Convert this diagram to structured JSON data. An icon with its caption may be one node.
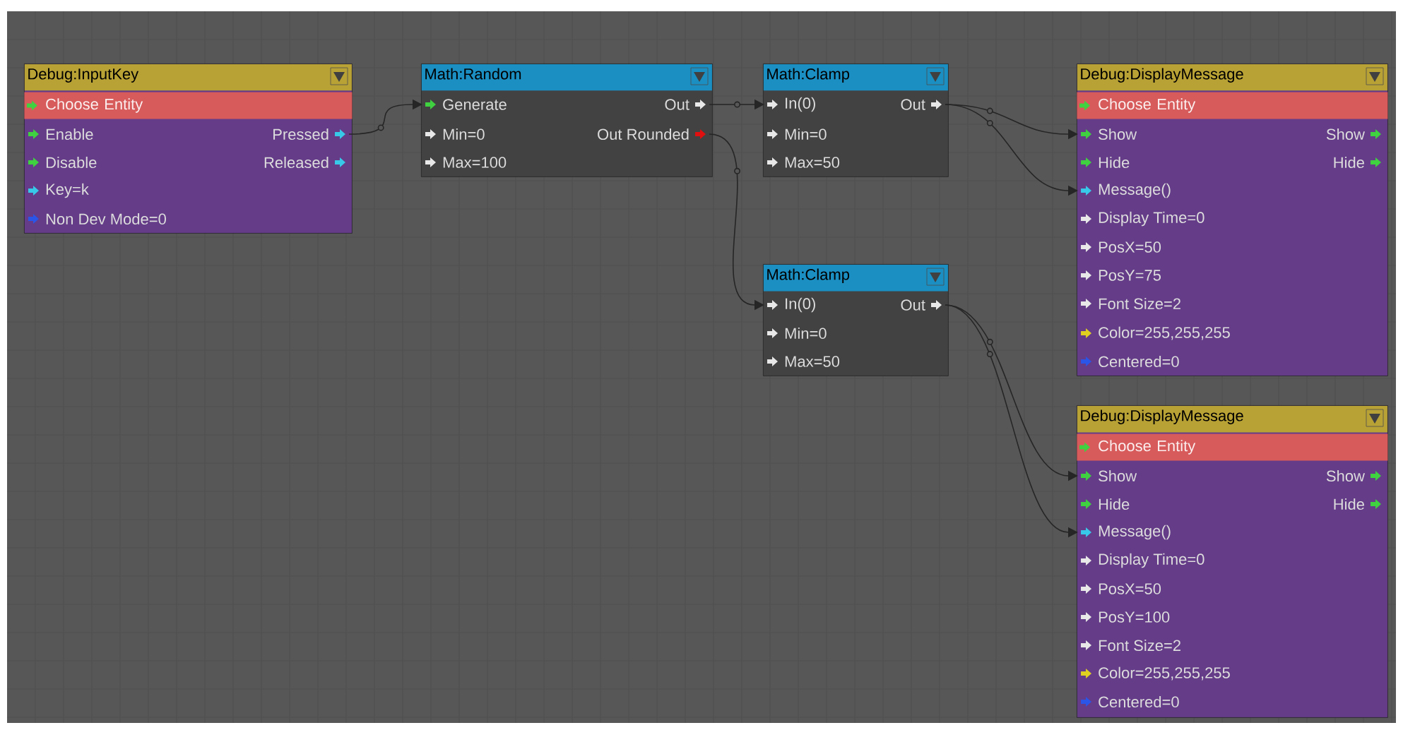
{
  "diagram": {
    "nodes": [
      {
        "text": [
          "Debug:InputKey"
        ]
      },
      {
        "text": [
          "Choose Entity"
        ],
        "in": 0
      },
      {
        "text": [
          "Enable"
        ],
        "in": 0
      },
      {
        "text": [
          "Pressed"
        ],
        "in": 0
      },
      {
        "text": [
          "Disable"
        ],
        "in": 0
      },
      {
        "text": [
          "Released"
        ],
        "in": 0
      },
      {
        "text": [
          "Key=k"
        ],
        "in": 0
      },
      {
        "text": [
          "Non Dev Mode=0"
        ],
        "in": 0
      },
      {
        "text": [
          "Math:Random"
        ]
      },
      {
        "text": [
          "Generate"
        ],
        "in": 8
      },
      {
        "text": [
          "Out"
        ],
        "in": 8
      },
      {
        "text": [
          "Min=0"
        ],
        "in": 8
      },
      {
        "text": [
          "Out Rounded"
        ],
        "in": 8
      },
      {
        "text": [
          "Max=100"
        ],
        "in": 8
      },
      {
        "text": [
          "Math:Clamp"
        ]
      },
      {
        "text": [
          "In(0)"
        ],
        "in": 14
      },
      {
        "text": [
          "Out"
        ],
        "in": 14
      },
      {
        "text": [
          "Min=0"
        ],
        "in": 14
      },
      {
        "text": [
          "Max=50"
        ],
        "in": 14
      },
      {
        "text": [
          "Math:Clamp"
        ]
      },
      {
        "text": [
          "In(0)"
        ],
        "in": 19
      },
      {
        "text": [
          "Out"
        ],
        "in": 19
      },
      {
        "text": [
          "Min=0"
        ],
        "in": 19
      },
      {
        "text": [
          "Max=50"
        ],
        "in": 19
      },
      {
        "text": [
          "Debug:DisplayMessage"
        ]
      },
      {
        "text": [
          "Choose Entity"
        ],
        "in": 24
      },
      {
        "text": [
          "Show"
        ],
        "in": 24
      },
      {
        "text": [
          "Show"
        ],
        "in": 24
      },
      {
        "text": [
          "Hide"
        ],
        "in": 24
      },
      {
        "text": [
          "Hide"
        ],
        "in": 24
      },
      {
        "text": [
          "Message()"
        ],
        "in": 24
      },
      {
        "text": [
          "Display Time=0"
        ],
        "in": 24
      },
      {
        "text": [
          "PosX=50"
        ],
        "in": 24
      },
      {
        "text": [
          "PosY=75"
        ],
        "in": 24
      },
      {
        "text": [
          "Font Size=2"
        ],
        "in": 24
      },
      {
        "text": [
          "Color=255,255,255"
        ],
        "in": 24
      },
      {
        "text": [
          "Centered=0"
        ],
        "in": 24
      },
      {
        "text": [
          "Debug:DisplayMessage"
        ]
      },
      {
        "text": [
          "Choose Entity"
        ],
        "in": 37
      },
      {
        "text": [
          "Show"
        ],
        "in": 37
      },
      {
        "text": [
          "Show"
        ],
        "in": 37
      },
      {
        "text": [
          "Hide"
        ],
        "in": 37
      },
      {
        "text": [
          "Hide"
        ],
        "in": 37
      },
      {
        "text": [
          "Message()"
        ],
        "in": 37
      },
      {
        "text": [
          "Display Time=0"
        ],
        "in": 37
      },
      {
        "text": [
          "PosX=50"
        ],
        "in": 37
      },
      {
        "text": [
          "PosY=100"
        ],
        "in": 37
      },
      {
        "text": [
          "Font Size=2"
        ],
        "in": 37
      },
      {
        "text": [
          "Color=255,255,255"
        ],
        "in": 37
      },
      {
        "text": [
          "Centered=0"
        ],
        "in": 37
      }
    ],
    "edges": [
      {
        "from": 3,
        "to": 9,
        "arrow": "to"
      },
      {
        "from": 10,
        "to": 15,
        "arrow": "to"
      },
      {
        "from": 12,
        "to": 20,
        "arrow": "to"
      },
      {
        "from": 16,
        "to": 26,
        "arrow": "to"
      },
      {
        "from": 16,
        "to": 30,
        "arrow": "to"
      },
      {
        "from": 21,
        "to": 39,
        "arrow": "to"
      },
      {
        "from": 21,
        "to": 43,
        "arrow": "to"
      }
    ]
  }
}
